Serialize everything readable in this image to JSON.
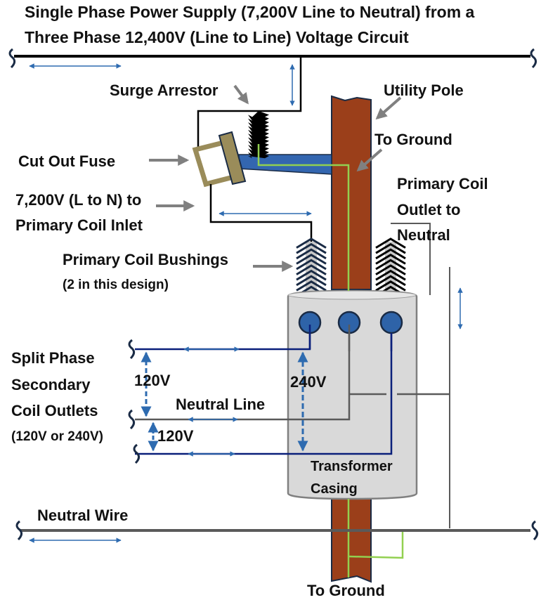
{
  "title": {
    "line1": "Single Phase Power Supply (7,200V Line to Neutral) from a",
    "line2": "Three Phase 12,400V (Line to Line) Voltage Circuit"
  },
  "labels": {
    "surge_arrestor": "Surge Arrestor",
    "utility_pole": "Utility Pole",
    "to_ground_top": "To Ground",
    "cut_out_fuse": "Cut Out Fuse",
    "primary_inlet_line1": "7,200V (L to N) to",
    "primary_inlet_line2": "Primary Coil Inlet",
    "primary_outlet_line1": "Primary Coil",
    "primary_outlet_line2": "Outlet to",
    "primary_outlet_line3": "Neutral",
    "bushings_line1": "Primary Coil Bushings",
    "bushings_line2": "(2 in this design)",
    "split_phase_line1": "Split Phase",
    "split_phase_line2": "Secondary",
    "split_phase_line3": "Coil Outlets",
    "split_phase_line4": "(120V or 240V)",
    "voltage_upper": "120V",
    "voltage_lower": "120V",
    "voltage_total": "240V",
    "neutral_line": "Neutral Line",
    "transformer_line1": "Transformer",
    "transformer_line2": "Casing",
    "neutral_wire": "Neutral Wire",
    "to_ground_bottom": "To Ground"
  },
  "colors": {
    "high_voltage_wire": "#000000",
    "neutral_wire": "#5a5a5a",
    "secondary_hot": "#0a1f7a",
    "ground_wire": "#92d050",
    "pole": "#9b3f1a",
    "pole_outline": "#1a2b45",
    "crossarm": "#3366b0",
    "fuse": "#9a8c5a",
    "casing": "#d9d9d9",
    "terminal": "#2e63a8",
    "flow_arrow": "#2e6bb0",
    "pointer_arrow": "#808080"
  }
}
